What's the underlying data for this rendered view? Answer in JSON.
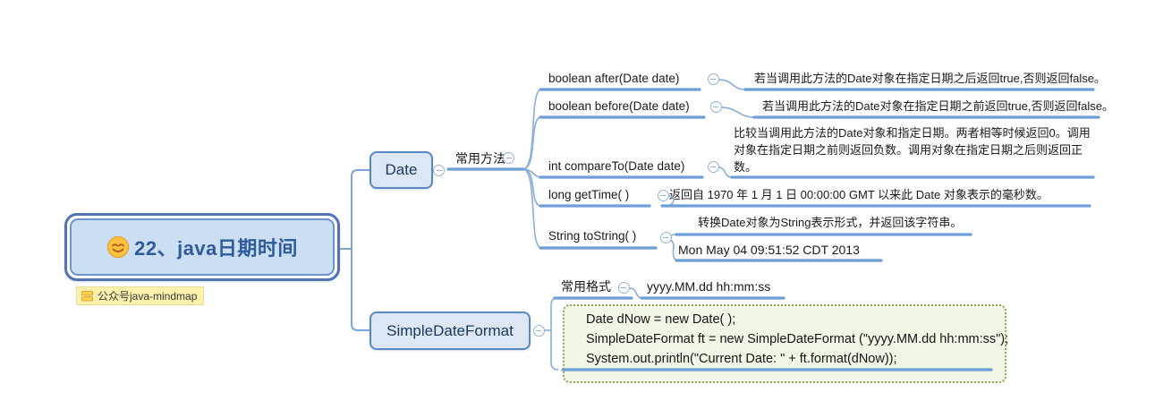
{
  "root": {
    "title": "22、java日期时间",
    "tag": "公众号java-mindmap"
  },
  "date": {
    "title": "Date",
    "group_label": "常用方法",
    "methods": [
      {
        "name": "boolean after(Date date)",
        "desc": "若当调用此方法的Date对象在指定日期之后返回true,否则返回false。"
      },
      {
        "name": "boolean before(Date date)",
        "desc": "若当调用此方法的Date对象在指定日期之前返回true,否则返回false。"
      },
      {
        "name": "int compareTo(Date date)",
        "desc": "比较当调用此方法的Date对象和指定日期。两者相等时候返回0。调用对象在指定日期之前则返回负数。调用对象在指定日期之后则返回正数。"
      },
      {
        "name": "long getTime( )",
        "desc": "返回自 1970 年 1 月 1 日 00:00:00 GMT 以来此 Date 对象表示的毫秒数。"
      },
      {
        "name": "String toString( )",
        "desc": "转换Date对象为String表示形式，并返回该字符串。",
        "example": "Mon May 04 09:51:52 CDT 2013"
      }
    ]
  },
  "sdf": {
    "title": "SimpleDateFormat",
    "group_label": "常用格式",
    "format": "yyyy.MM.dd hh:mm:ss",
    "code": [
      "Date dNow = new Date( );",
      "SimpleDateFormat ft = new SimpleDateFormat (\"yyyy.MM.dd hh:mm:ss\");",
      "System.out.println(\"Current Date: \" + ft.format(dNow));"
    ]
  },
  "colors": {
    "branch_blue": "#6d9ed6",
    "connector_blue": "#8fb0d9",
    "node_border": "#5b87c5",
    "node_fill": "#dce7f3",
    "root_border": "#5272b4",
    "root_fill": "#cbdff2",
    "root_text": "#2e5b9b",
    "code_bg": "#f1f7e6",
    "code_border": "#8aa850",
    "tag_bg": "#fbf0ac"
  }
}
